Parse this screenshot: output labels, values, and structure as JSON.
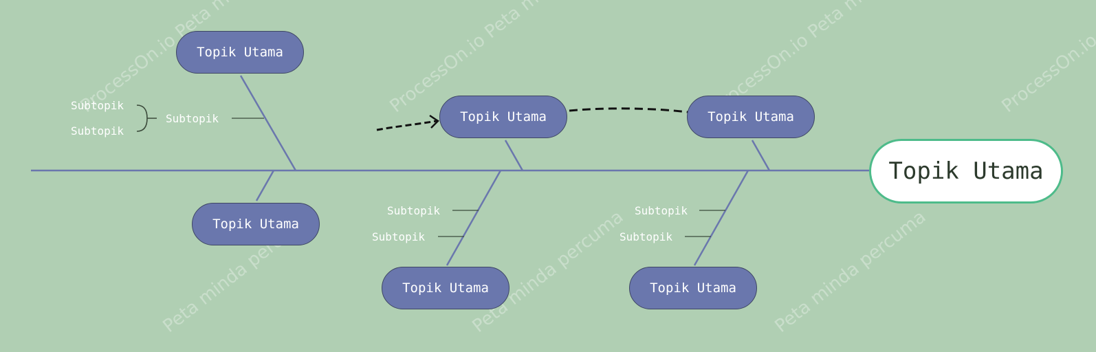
{
  "watermark": {
    "brand": "ProcessOn.io Peta minda",
    "tagline": "Peta minda percuma"
  },
  "colors": {
    "background": "#b0cfb3",
    "spine": "#6a77ad",
    "topic_fill": "#6a77ad",
    "main_border": "#4dbb8a"
  },
  "main_topic": "Topik Utama",
  "topics": [
    {
      "label": "Topik Utama"
    },
    {
      "label": "Topik Utama"
    },
    {
      "label": "Topik Utama"
    },
    {
      "label": "Topik Utama"
    },
    {
      "label": "Topik Utama"
    },
    {
      "label": "Topik Utama"
    }
  ],
  "subtopics": [
    {
      "label": "Subtopik"
    },
    {
      "label": "Subtopik"
    },
    {
      "label": "Subtopik"
    },
    {
      "label": "Subtopik"
    },
    {
      "label": "Subtopik"
    },
    {
      "label": "Subtopik"
    },
    {
      "label": "Subtopik"
    }
  ]
}
